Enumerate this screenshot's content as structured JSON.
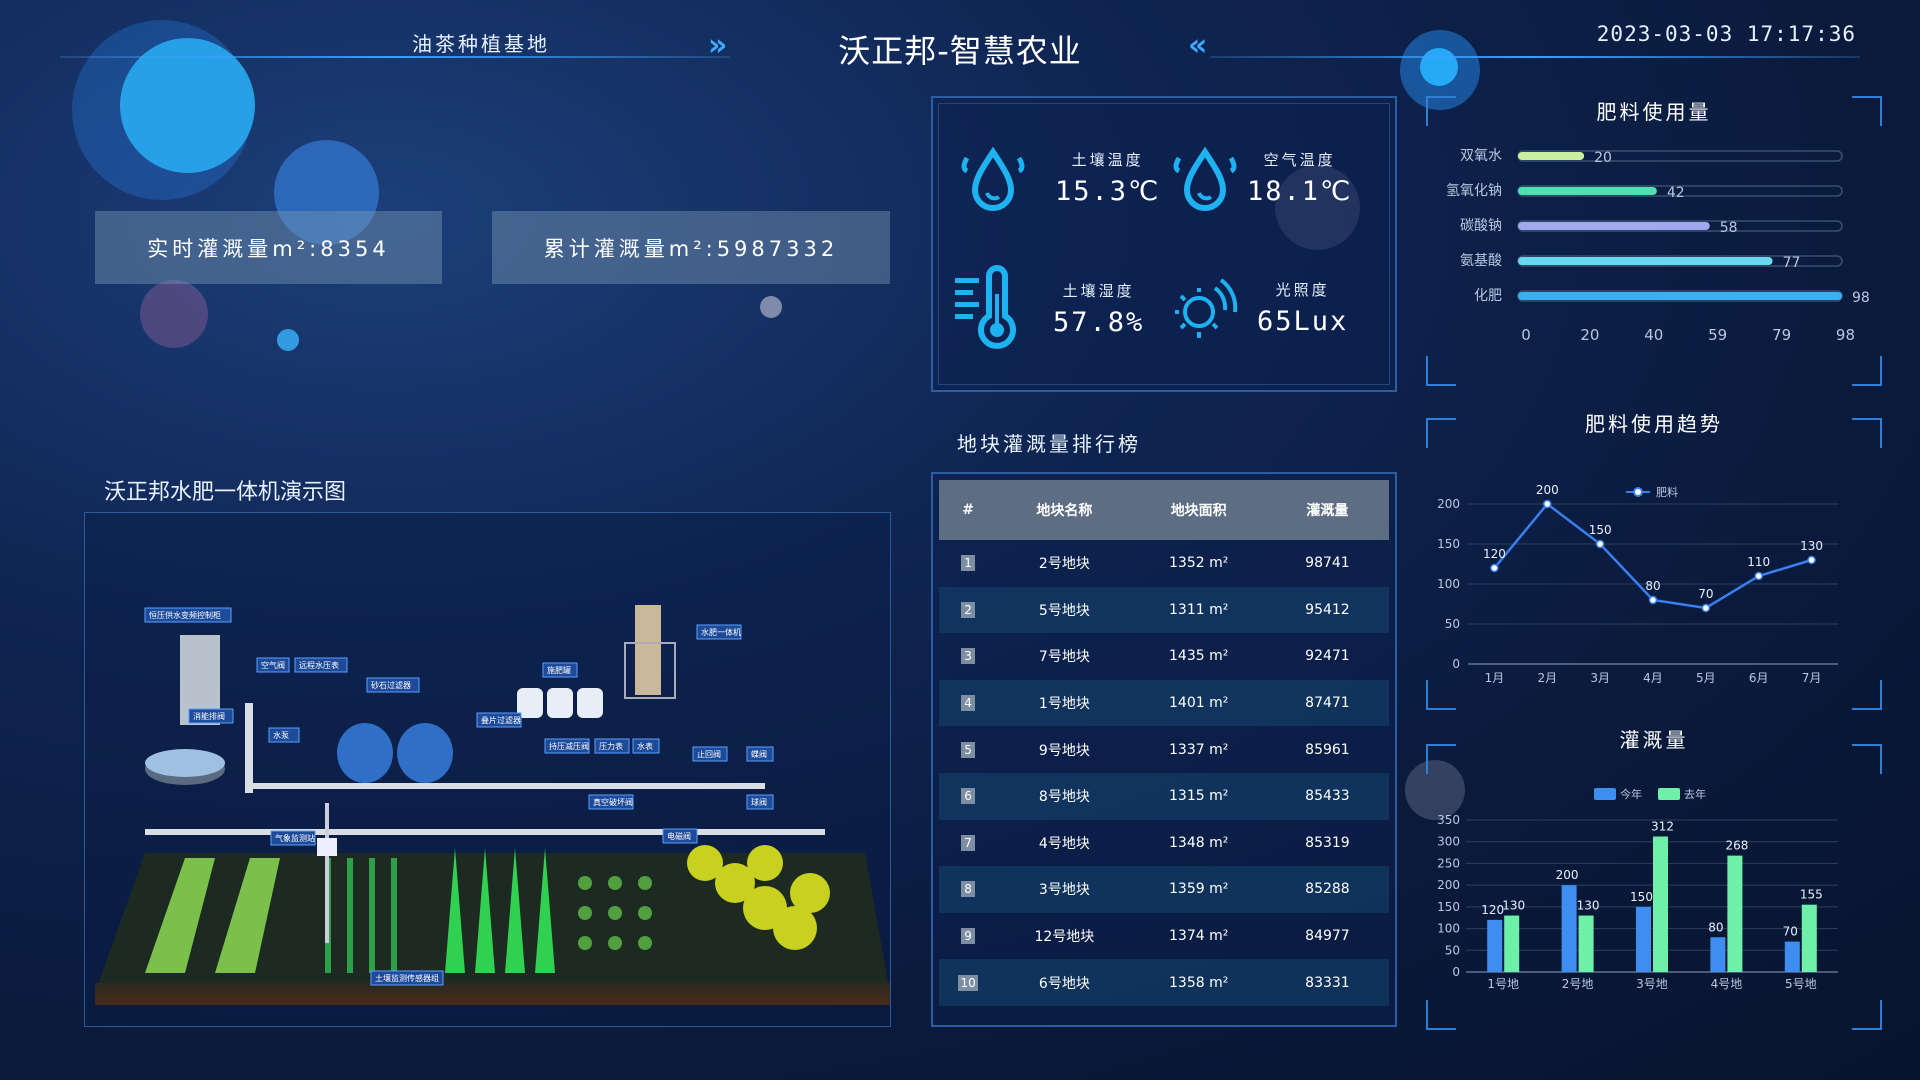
{
  "header": {
    "title": "沃正邦-智慧农业",
    "subtitle": "油茶种植基地",
    "datetime": "2023-03-03 17:17:36"
  },
  "stats": {
    "realtime": "实时灌溉量m²:8354",
    "cumulative": "累计灌溉量m²:5987332"
  },
  "demo": {
    "title": "沃正邦水肥一体机演示图",
    "labels": {
      "control_cabinet": "恒压供水变频控制柜",
      "air_valve": "空气阀",
      "remote_meter": "远程水压表",
      "sand_filter": "砂石过滤器",
      "fert_tank": "施肥罐",
      "fert_machine": "水肥一体机",
      "drain_valve": "消能排阀",
      "pump": "水泵",
      "disc_filter": "叠片过滤器",
      "pressure_valve": "持压减压阀",
      "pressure_meter": "压力表",
      "water_meter": "水表",
      "check_valve": "止回阀",
      "butterfly_valve": "蝶阀",
      "vacuum_valve": "真空破坏阀",
      "ball_valve": "球阀",
      "solenoid_valve": "电磁阀",
      "weather_station": "气象监测站",
      "soil_sensor": "土壤监测传感器组"
    }
  },
  "environment": {
    "items": [
      {
        "label": "土壤温度",
        "value": "15.3℃",
        "icon": "drops-icon"
      },
      {
        "label": "空气温度",
        "value": "18.1℃",
        "icon": "drops-icon"
      },
      {
        "label": "土壤湿度",
        "value": "57.8%",
        "icon": "thermometer-icon"
      },
      {
        "label": "光照度",
        "value": "65Lux",
        "icon": "sun-icon"
      }
    ]
  },
  "ranking": {
    "title": "地块灌溉量排行榜",
    "columns": [
      "#",
      "地块名称",
      "地块面积",
      "灌溉量"
    ],
    "rows": [
      {
        "rank": "1",
        "name": "2号地块",
        "area": "1352 m²",
        "amount": "98741"
      },
      {
        "rank": "2",
        "name": "5号地块",
        "area": "1311 m²",
        "amount": "95412"
      },
      {
        "rank": "3",
        "name": "7号地块",
        "area": "1435 m²",
        "amount": "92471"
      },
      {
        "rank": "4",
        "name": "1号地块",
        "area": "1401 m²",
        "amount": "87471"
      },
      {
        "rank": "5",
        "name": "9号地块",
        "area": "1337 m²",
        "amount": "85961"
      },
      {
        "rank": "6",
        "name": "8号地块",
        "area": "1315 m²",
        "amount": "85433"
      },
      {
        "rank": "7",
        "name": "4号地块",
        "area": "1348 m²",
        "amount": "85319"
      },
      {
        "rank": "8",
        "name": "3号地块",
        "area": "1359 m²",
        "amount": "85288"
      },
      {
        "rank": "9",
        "name": "12号地块",
        "area": "1374 m²",
        "amount": "84977"
      },
      {
        "rank": "10",
        "name": "6号地块",
        "area": "1358 m²",
        "amount": "83331"
      }
    ]
  },
  "fertilizer_usage": {
    "title": "肥料使用量"
  },
  "fertilizer_trend": {
    "title": "肥料使用趋势"
  },
  "irrigation": {
    "title": "灌溉量"
  },
  "colors": {
    "accent": "#3aa0ff",
    "bar_this_year": "#3d8ef0",
    "bar_last_year": "#6ef0a8",
    "trend_line": "#3a7ff0"
  },
  "chart_data": [
    {
      "type": "bar",
      "orientation": "horizontal",
      "title": "肥料使用量",
      "categories": [
        "双氧水",
        "氢氧化钠",
        "碳酸钠",
        "氨基酸",
        "化肥"
      ],
      "values": [
        20,
        42,
        58,
        77,
        98
      ],
      "xticks": [
        "0",
        "20",
        "40",
        "59",
        "79",
        "98"
      ],
      "xlim": [
        0,
        98
      ],
      "bar_colors": [
        "#c8f0a0",
        "#4de0b0",
        "#a0a8f0",
        "#6ad8f0",
        "#3ab0f0"
      ]
    },
    {
      "type": "line",
      "title": "肥料使用趋势",
      "categories": [
        "1月",
        "2月",
        "3月",
        "4月",
        "5月",
        "6月",
        "7月"
      ],
      "series": [
        {
          "name": "肥料",
          "values": [
            120,
            200,
            150,
            80,
            70,
            110,
            130
          ]
        }
      ],
      "yticks": [
        0,
        50,
        100,
        150,
        200
      ],
      "ylim": [
        0,
        200
      ],
      "legend": "top"
    },
    {
      "type": "bar",
      "title": "灌溉量",
      "categories": [
        "1号地",
        "2号地",
        "3号地",
        "4号地",
        "5号地"
      ],
      "series": [
        {
          "name": "今年",
          "values": [
            120,
            200,
            150,
            80,
            70
          ]
        },
        {
          "name": "去年",
          "values": [
            130,
            130,
            312,
            268,
            155
          ]
        }
      ],
      "yticks": [
        0,
        50,
        100,
        150,
        200,
        250,
        300,
        350
      ],
      "ylim": [
        0,
        350
      ],
      "legend": "top"
    }
  ]
}
